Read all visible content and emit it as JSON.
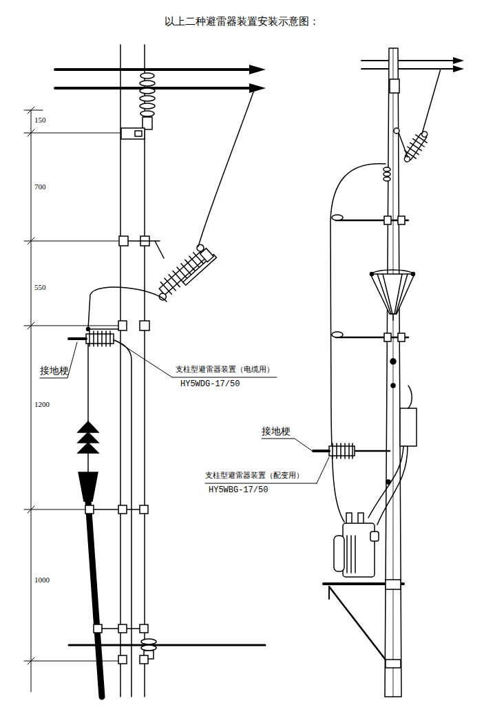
{
  "diagram": {
    "title": "以上二种避雷器装置安装示意图：",
    "labels": [
      "150",
      "700",
      "550",
      "1200",
      "1000",
      "接地梗",
      "支柱型避雷器装置（电缆用）",
      "HY5WDG-17/50",
      "接地梗",
      "支柱型避雷器装置（配变用）",
      "HY5WBG-17/50"
    ]
  }
}
